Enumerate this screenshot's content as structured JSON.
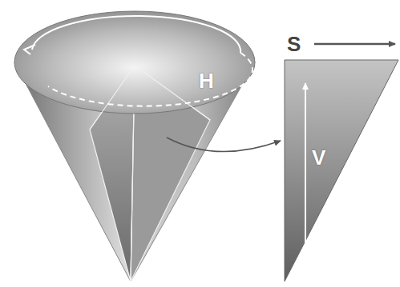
{
  "diagram": {
    "labels": [
      "H",
      "S",
      "V"
    ]
  }
}
